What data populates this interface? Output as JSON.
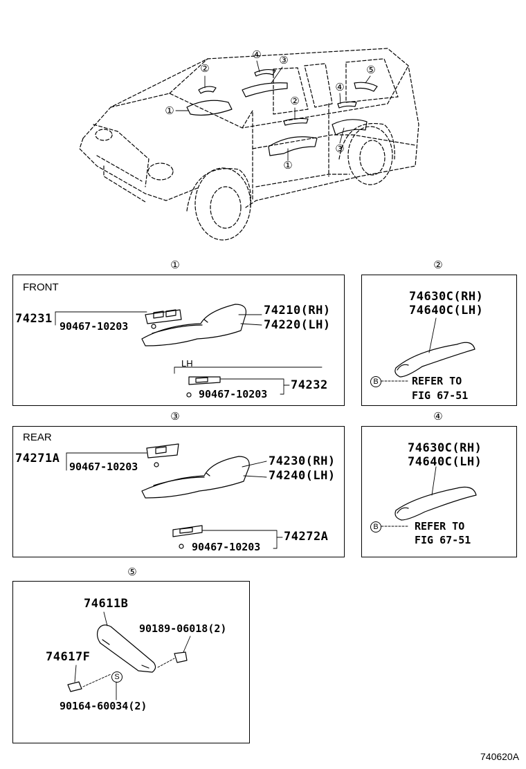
{
  "callouts": {
    "c1": "①",
    "c2": "②",
    "c3": "③",
    "c4": "④",
    "c5": "⑤"
  },
  "panel_front": {
    "title": "FRONT",
    "part_switch_assy": "74231",
    "screw_upper": "90467-10203",
    "armrest_rh": "74210(RH)",
    "armrest_lh": "74220(LH)",
    "lh_note": "LH",
    "screw_lower": "90467-10203",
    "part_switch_lh": "74232"
  },
  "panel_assist_grip_front": {
    "grip_rh": "74630C(RH)",
    "grip_lh": "74640C(LH)",
    "ref_badge": "B",
    "refer_text": "REFER TO",
    "fig_ref": "FIG 67-51"
  },
  "panel_rear": {
    "title": "REAR",
    "part_switch_assy": "74271A",
    "screw_upper": "90467-10203",
    "armrest_rh": "74230(RH)",
    "armrest_lh": "74240(LH)",
    "screw_lower": "90467-10203",
    "part_switch_lh": "74272A"
  },
  "panel_assist_grip_rear": {
    "grip_rh": "74630C(RH)",
    "grip_lh": "74640C(LH)",
    "ref_badge": "B",
    "refer_text": "REFER TO",
    "fig_ref": "FIG 67-51"
  },
  "panel_roof_grip": {
    "grip": "74611B",
    "bolt": "90189-06018(2)",
    "cover": "74617F",
    "clip_badge": "S",
    "clip": "90164-60034(2)"
  },
  "figure_code": "740620A"
}
